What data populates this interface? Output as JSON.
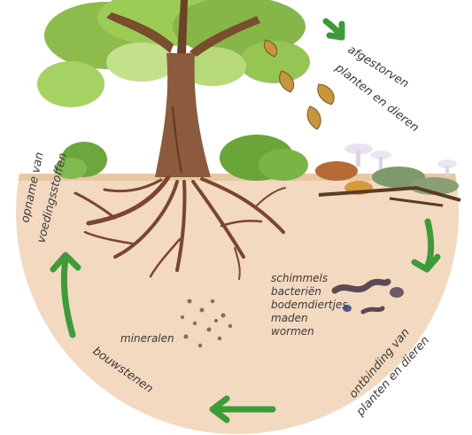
{
  "diagram": {
    "labels": {
      "dead_organisms": [
        "afgestorven",
        "planten en dieren"
      ],
      "decomposition": [
        "ontbinding van",
        "planten en dieren"
      ],
      "building_blocks": "bouwstenen",
      "nutrient_uptake": [
        "opname van",
        "voedingsstoffen"
      ],
      "minerals": "mineralen"
    },
    "decomposers": [
      "schimmels",
      "bacteriën",
      "bodemdiertjes",
      "maden",
      "wormen"
    ],
    "colors": {
      "arrow": "#3c9c3a",
      "soil": "#f3d9bf",
      "trunk": "#8c5a3c",
      "foliage": "#8dbb4c",
      "text": "#3a3a3a"
    }
  }
}
